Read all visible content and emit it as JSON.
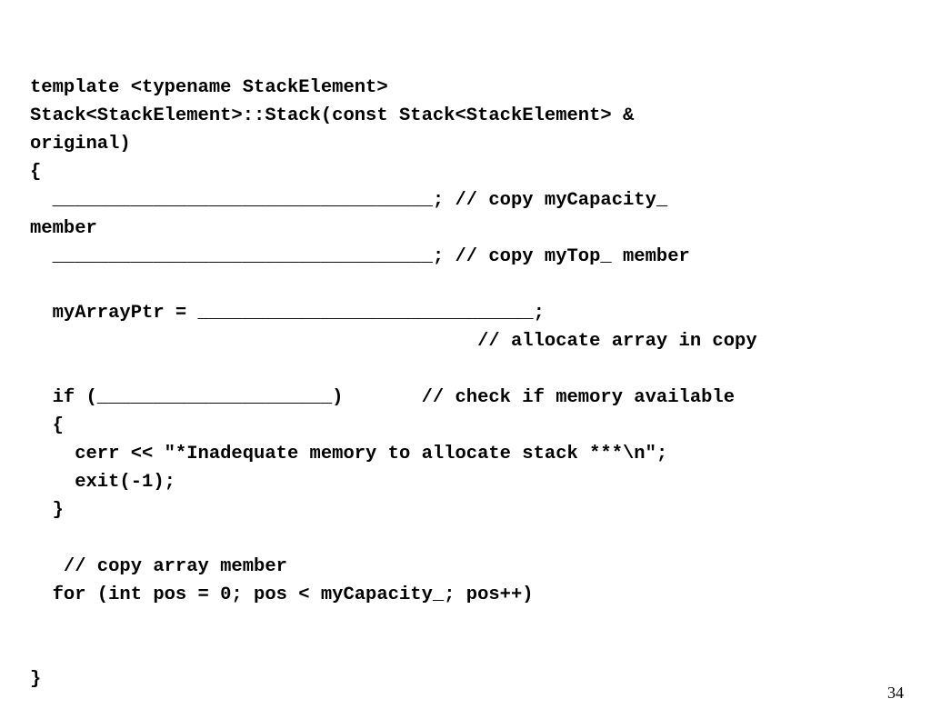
{
  "code_lines": [
    "template <typename StackElement>",
    "Stack<StackElement>::Stack(const Stack<StackElement> &",
    "original)",
    "{",
    "  __________________________________; // copy myCapacity_",
    "member",
    "  __________________________________; // copy myTop_ member",
    "",
    "  myArrayPtr = ______________________________;",
    "                                        // allocate array in copy",
    "",
    "  if (_____________________)       // check if memory available",
    "  {",
    "    cerr << \"*Inadequate memory to allocate stack ***\\n\";",
    "    exit(-1);",
    "  }",
    "",
    "   // copy array member",
    "  for (int pos = 0; pos < myCapacity_; pos++)",
    "",
    "",
    "}"
  ],
  "page_number": "34"
}
